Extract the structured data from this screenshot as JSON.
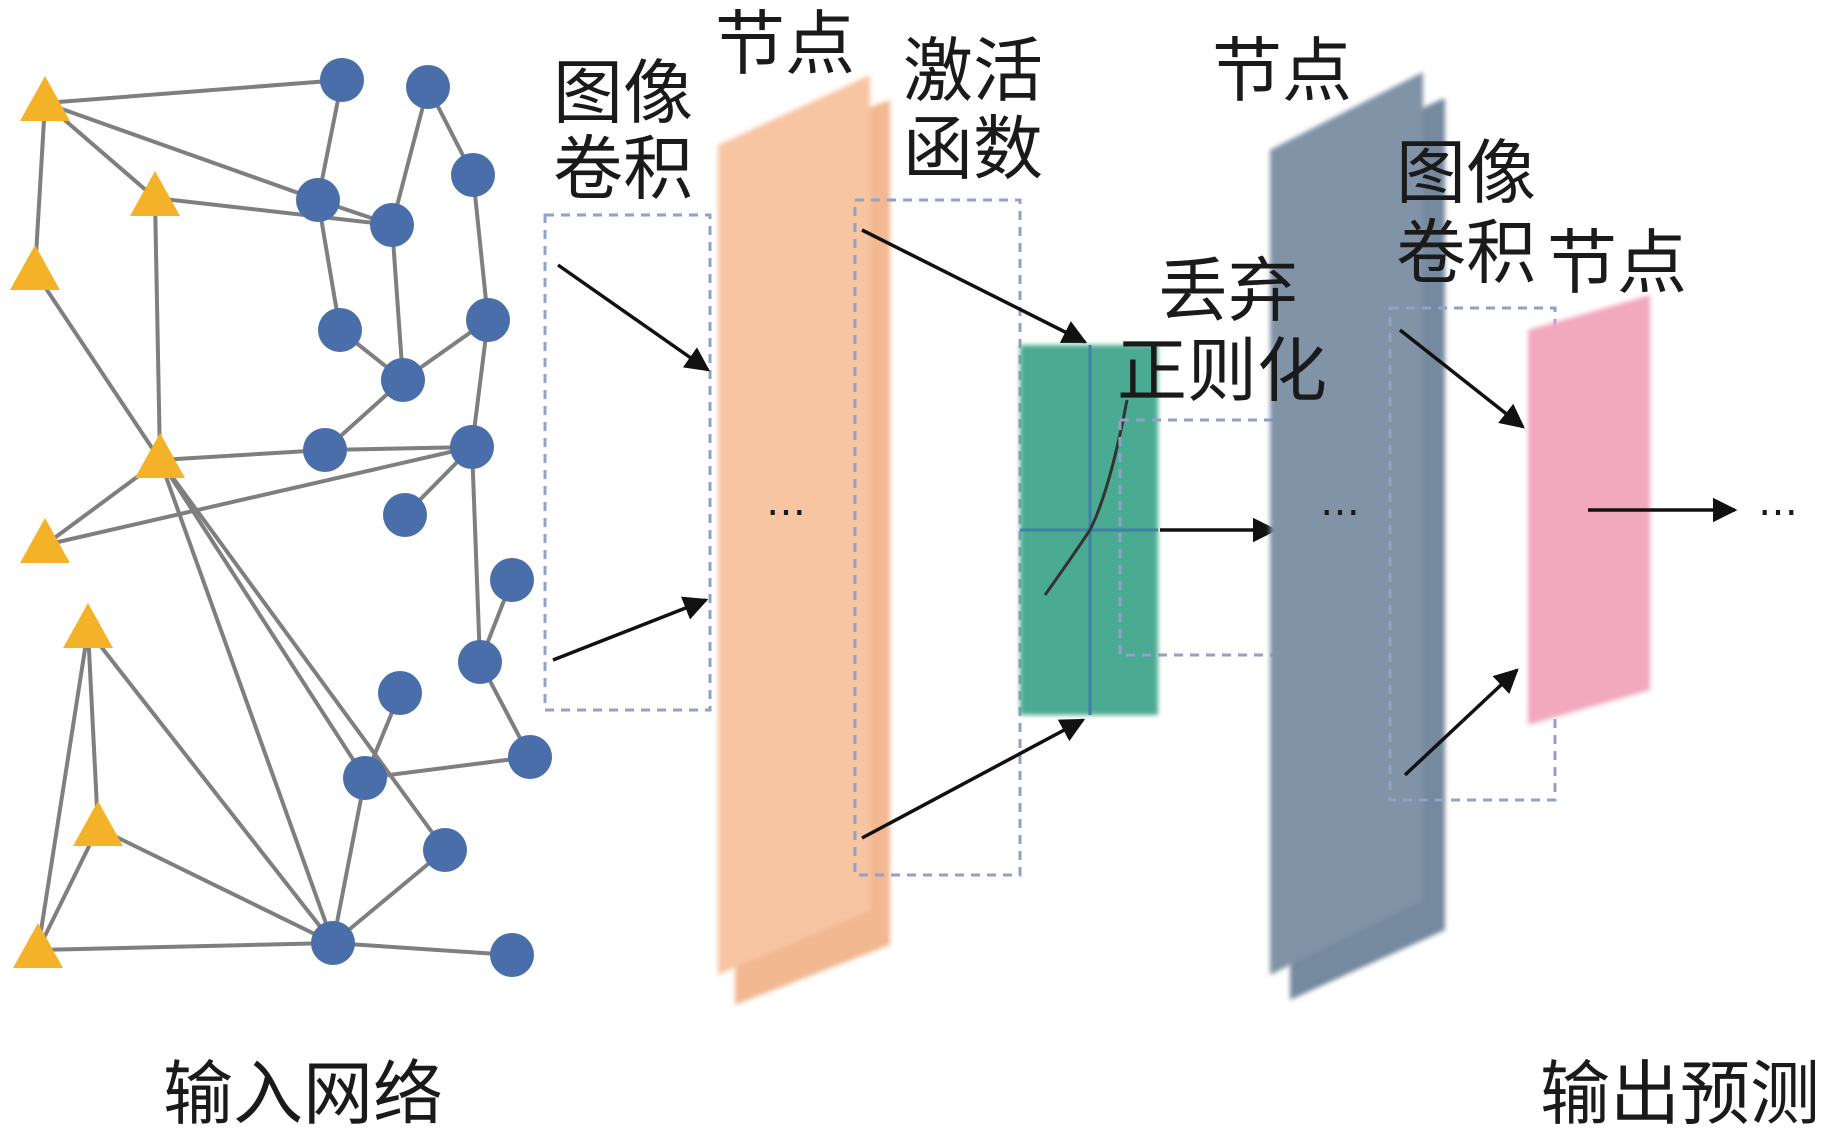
{
  "labels": {
    "conv1_line1": "图像",
    "conv1_line2": "卷积",
    "node1": "节点",
    "act_line1": "激活",
    "act_line2": "函数",
    "node2": "节点",
    "dropout_line1": "丢弃",
    "dropout_line2": "正则化",
    "conv2_line1": "图像",
    "conv2_line2": "卷积",
    "node3": "节点",
    "ellipsis_node1": "…",
    "ellipsis_node2": "…",
    "ellipsis_end": "…",
    "input": "输入网络",
    "output": "输出预测"
  },
  "colors": {
    "triangle": "#f4b229",
    "circle": "#4a6ea9",
    "edge": "#7f7f7f",
    "peach": "#f8c5a3",
    "teal": "#4caa92",
    "slate": "#8093a7",
    "pink": "#f2a8bf",
    "dash": "#8fa2c8",
    "arrow": "#111111"
  },
  "graph": {
    "triangles": [
      "t1",
      "t2",
      "t3",
      "t4",
      "t5",
      "t6",
      "t7",
      "t8"
    ],
    "circles": [
      "c1",
      "c2",
      "c3",
      "c4",
      "c5",
      "c6",
      "c7",
      "c8",
      "c9",
      "c10",
      "c11",
      "c12",
      "c13",
      "c14",
      "c15",
      "c16",
      "c17",
      "c18",
      "c19"
    ],
    "edges": [
      [
        "t1",
        "c1"
      ],
      [
        "t1",
        "c3"
      ],
      [
        "t1",
        "t2"
      ],
      [
        "t1",
        "t3"
      ],
      [
        "t2",
        "c4"
      ],
      [
        "t2",
        "t4"
      ],
      [
        "t3",
        "t4"
      ],
      [
        "t4",
        "c9"
      ],
      [
        "t4",
        "t5"
      ],
      [
        "t4",
        "c16"
      ],
      [
        "t4",
        "c17"
      ],
      [
        "t4",
        "c18"
      ],
      [
        "t5",
        "c10"
      ],
      [
        "t6",
        "t7"
      ],
      [
        "t6",
        "t8"
      ],
      [
        "t6",
        "c18"
      ],
      [
        "t7",
        "c18"
      ],
      [
        "t7",
        "t8"
      ],
      [
        "t8",
        "c18"
      ],
      [
        "c1",
        "c3"
      ],
      [
        "c2",
        "c4"
      ],
      [
        "c2",
        "c5"
      ],
      [
        "c3",
        "c4"
      ],
      [
        "c3",
        "c6"
      ],
      [
        "c4",
        "c8"
      ],
      [
        "c5",
        "c7"
      ],
      [
        "c6",
        "c8"
      ],
      [
        "c7",
        "c8"
      ],
      [
        "c7",
        "c10"
      ],
      [
        "c8",
        "c9"
      ],
      [
        "c9",
        "c10"
      ],
      [
        "c10",
        "c11"
      ],
      [
        "c10",
        "c13"
      ],
      [
        "c12",
        "c13"
      ],
      [
        "c13",
        "c15"
      ],
      [
        "c14",
        "c16"
      ],
      [
        "c15",
        "c16"
      ],
      [
        "c16",
        "c18"
      ],
      [
        "c17",
        "c18"
      ],
      [
        "c18",
        "c19"
      ]
    ]
  }
}
